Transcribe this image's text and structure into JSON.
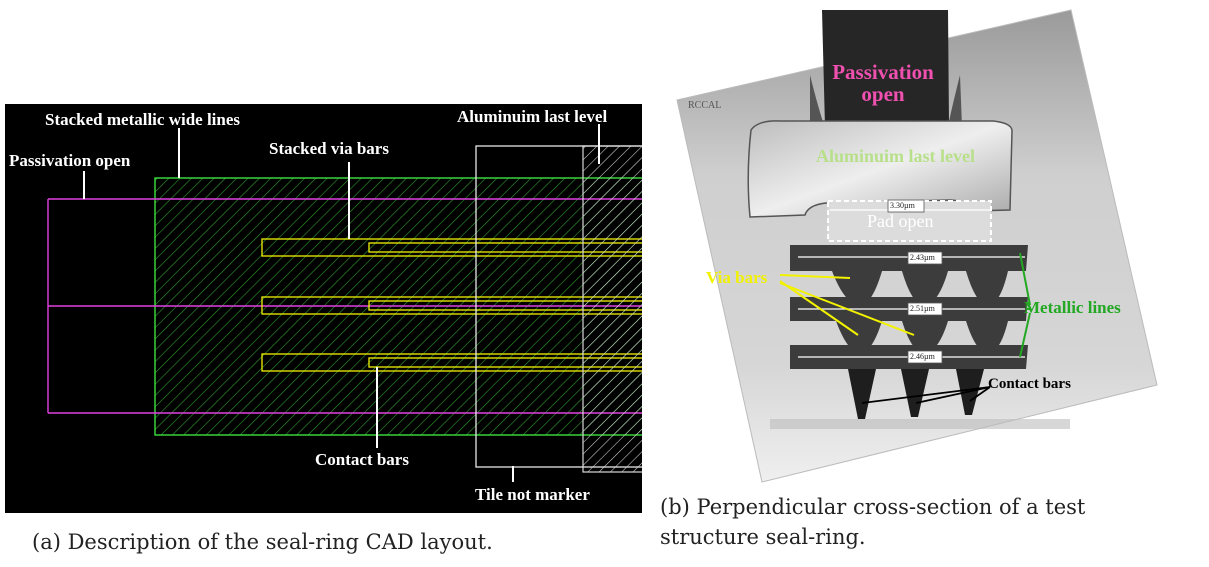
{
  "figure_a": {
    "labels": {
      "stacked_metallic": "Stacked metallic wide lines",
      "aluminium_last": "Aluminuim last level",
      "passivation_open": "Passivation open",
      "stacked_via": "Stacked via bars",
      "contact_bars": "Contact bars",
      "tile_not_marker": "Tile not marker"
    },
    "caption": "(a) Description of the seal-ring CAD layout."
  },
  "figure_b": {
    "labels": {
      "watermark": "RCCAL",
      "passivation_open_line1": "Passivation",
      "passivation_open_line2": "open",
      "aluminium_last": "Aluminuim last level",
      "pad_open": "Pad open",
      "via_bars": "Via bars",
      "metallic_lines": "Metallic lines",
      "contact_bars": "Contact bars",
      "measure_pad": "3.30µm",
      "measure_m1": "2.43µm",
      "measure_m2": "2.51µm",
      "measure_m3": "2.46µm"
    },
    "caption_line1": "(b) Perpendicular cross-section of a test",
    "caption_line2": "structure seal-ring."
  },
  "colors": {
    "magenta": "#e040e0",
    "green_outline": "#3ee03e",
    "yellow": "#f2f200",
    "passivation_pink": "#f050b0",
    "label_green": "#22a822",
    "label_light_green": "#b8e08a"
  }
}
